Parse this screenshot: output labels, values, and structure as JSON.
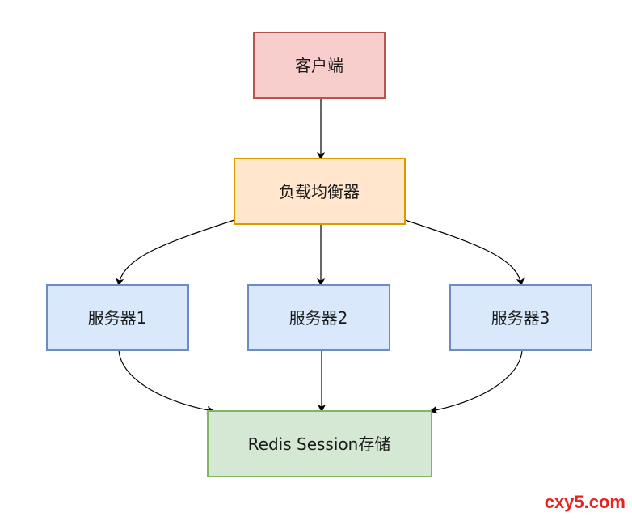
{
  "nodes": {
    "client": {
      "label": "客户端",
      "fill": "#f8cecc",
      "stroke": "#b85450"
    },
    "load_balancer": {
      "label": "负载均衡器",
      "fill": "#ffe6cc",
      "stroke": "#d79b00"
    },
    "server1": {
      "label": "服务器1",
      "fill": "#dae8fc",
      "stroke": "#6c8ebf"
    },
    "server2": {
      "label": "服务器2",
      "fill": "#dae8fc",
      "stroke": "#6c8ebf"
    },
    "server3": {
      "label": "服务器3",
      "fill": "#dae8fc",
      "stroke": "#6c8ebf"
    },
    "session_store": {
      "label": "Redis Session存储",
      "fill": "#d5e8d4",
      "stroke": "#82b366"
    }
  },
  "edges": [
    {
      "from": "client",
      "to": "load_balancer"
    },
    {
      "from": "load_balancer",
      "to": "server1"
    },
    {
      "from": "load_balancer",
      "to": "server2"
    },
    {
      "from": "load_balancer",
      "to": "server3"
    },
    {
      "from": "server1",
      "to": "session_store"
    },
    {
      "from": "server2",
      "to": "session_store"
    },
    {
      "from": "server3",
      "to": "session_store"
    }
  ],
  "watermark": {
    "text": "cxy5.com",
    "color": "#e8231e"
  }
}
